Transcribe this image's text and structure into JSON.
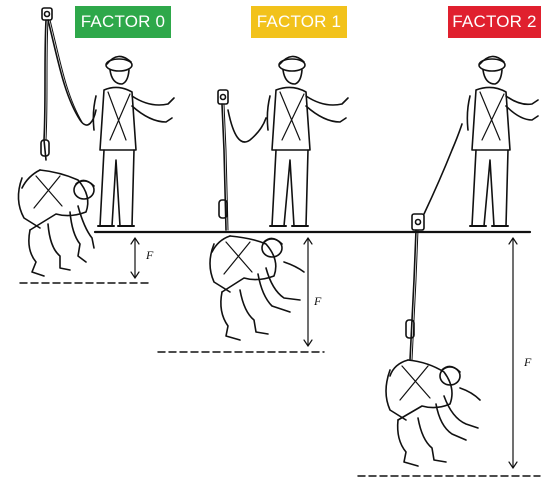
{
  "badges": [
    {
      "label": "FACTOR 0",
      "color": "#2ea84a"
    },
    {
      "label": "FACTOR 1",
      "color": "#f2c21b"
    },
    {
      "label": "FACTOR 2",
      "color": "#e0202e"
    }
  ],
  "fall_distance_label": "F",
  "line_color": "#111111"
}
